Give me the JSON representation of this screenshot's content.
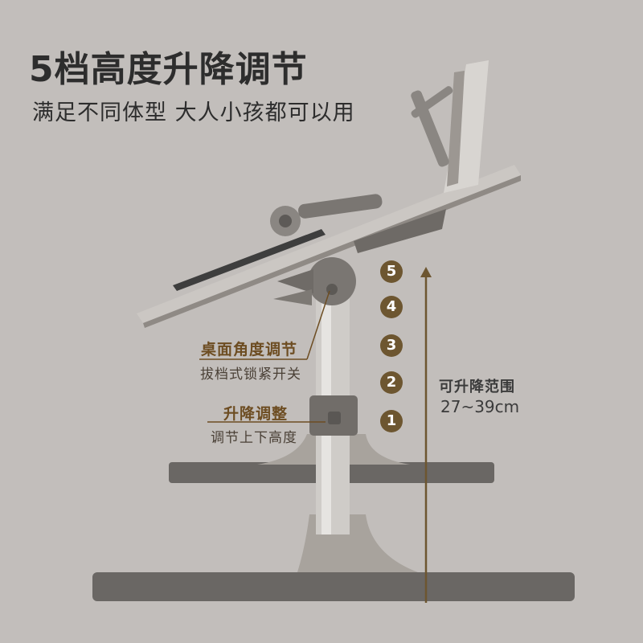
{
  "header": {
    "title": "5档高度升降调节",
    "subtitle": "满足不同体型 大人小孩都可以用"
  },
  "callouts": {
    "angle": {
      "title": "桌面角度调节",
      "subtitle": "拔档式锁紧开关"
    },
    "height": {
      "title": "升降调整",
      "subtitle": "调节上下高度"
    }
  },
  "levels": [
    "5",
    "4",
    "3",
    "2",
    "1"
  ],
  "range": {
    "label": "可升降范围",
    "value": "27~39cm"
  },
  "colors": {
    "background": "#c2bebb",
    "accent": "#6d5630",
    "text": "#2d2d2d"
  },
  "icons": {
    "arrow": "up-arrow-icon"
  }
}
